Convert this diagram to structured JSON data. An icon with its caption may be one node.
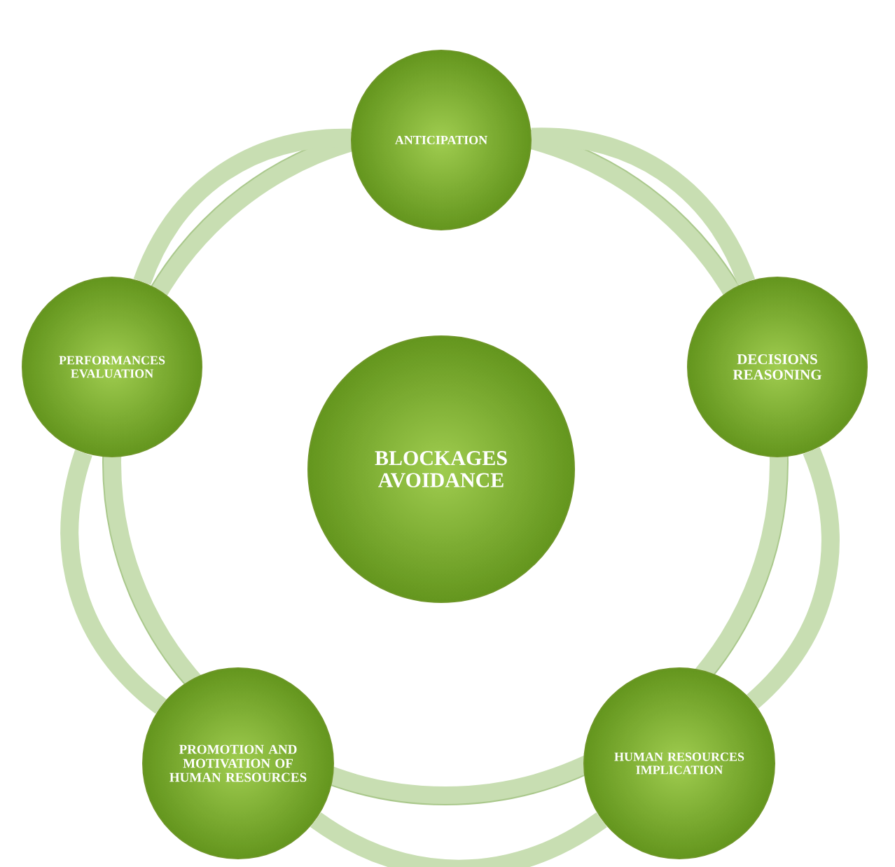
{
  "diagram": {
    "nodes": [
      {
        "text": [
          "ANTICIPATION"
        ]
      },
      {
        "text": [
          "PERFORMANCES EVALUATION"
        ]
      },
      {
        "text": [
          "DECISIONS REASONING"
        ]
      },
      {
        "text": [
          "BLOCKAGES AVOIDANCE"
        ]
      },
      {
        "text": [
          "PROMOTION AND MOTIVATION OF HUMAN RESOURCES"
        ]
      },
      {
        "text": [
          "HUMAN RESOURCES IMPLICATION"
        ]
      }
    ],
    "edges": [
      {
        "from": 0,
        "to": 2,
        "arrow": "none"
      },
      {
        "from": 2,
        "to": 5,
        "arrow": "none"
      },
      {
        "from": 5,
        "to": 4,
        "arrow": "none"
      },
      {
        "from": 4,
        "to": 1,
        "arrow": "none"
      },
      {
        "from": 1,
        "to": 0,
        "arrow": "none"
      }
    ]
  }
}
